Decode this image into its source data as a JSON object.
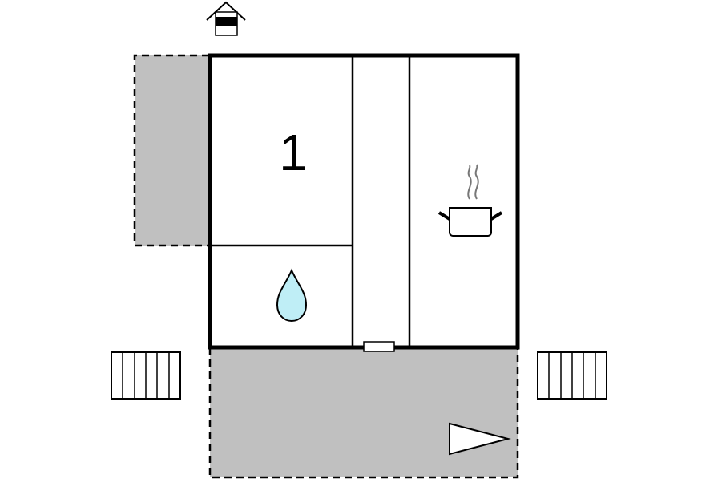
{
  "floor_plan": {
    "colors": {
      "wall": "#000000",
      "outdoor_area": "#c0c0c0",
      "room_fill": "#ffffff",
      "water_drop": "#bfeef6"
    },
    "rooms": [
      {
        "id": "bedroom",
        "label": "1",
        "icon": ""
      },
      {
        "id": "bathroom",
        "label": "",
        "icon": "water-drop-icon"
      },
      {
        "id": "hallway",
        "label": "",
        "icon": ""
      },
      {
        "id": "kitchen",
        "label": "",
        "icon": "cooking-pot-icon"
      }
    ],
    "symbols": {
      "entrance": "house-entrance-icon",
      "stairs": "stairs-icon",
      "terrace_direction": "direction-arrow-icon",
      "door": "door-icon"
    }
  }
}
